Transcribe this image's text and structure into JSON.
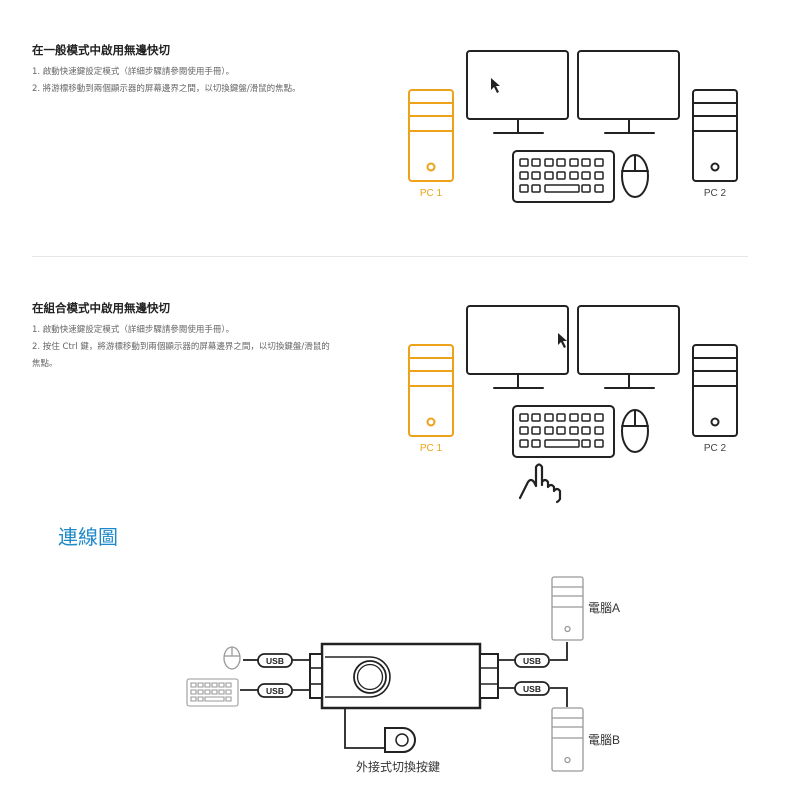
{
  "normal_mode": {
    "title": "在一般模式中啟用無邊快切",
    "step1": "1. 啟動快速鍵設定模式（詳細步驟請參閱使用手冊）。",
    "step2": "2. 將游標移動到兩個顯示器的屏幕邊界之間，以切換鍵盤/滑鼠的焦點。",
    "pc1_label": "PC 1",
    "pc2_label": "PC 2"
  },
  "combo_mode": {
    "title": "在組合模式中啟用無邊快切",
    "step1": "1. 啟動快速鍵設定模式（詳細步驟請參閱使用手冊）。",
    "step2": "2. 按住 Ctrl 鍵，將游標移動到兩個顯示器的屏幕邊界之間，以切換鍵盤/滑鼠的焦點。",
    "pc1_label": "PC 1",
    "pc2_label": "PC 2"
  },
  "connection": {
    "title": "連線圖",
    "usb_label": "USB",
    "computer_a": "電腦A",
    "computer_b": "電腦B",
    "external_button": "外接式切換按鍵"
  },
  "colors": {
    "active_pc": "#eea21a",
    "title_blue": "#1e88c8"
  }
}
